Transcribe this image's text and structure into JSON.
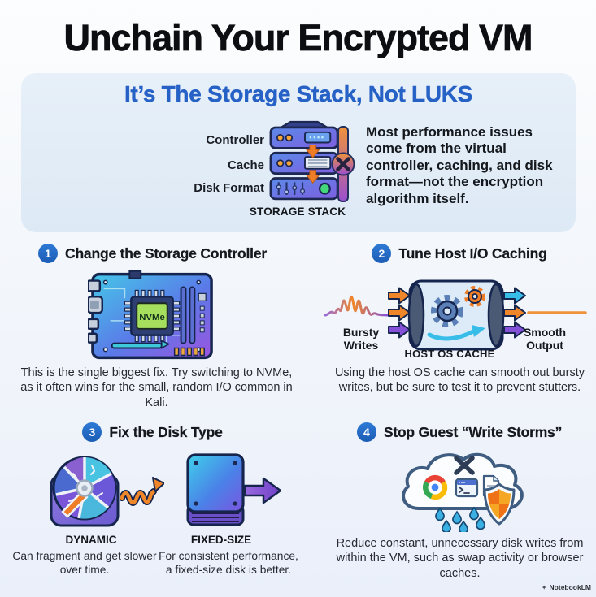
{
  "page": {
    "title": "Unchain Your Encrypted VM",
    "watermark": "NotebookLM"
  },
  "icons": {
    "notebooklm_glyph": "✦"
  },
  "header": {
    "subtitle": "It’s The Storage Stack, Not LUKS",
    "stack_labels": {
      "controller": "Controller",
      "cache": "Cache",
      "disk_format": "Disk Format"
    },
    "stack_caption": "STORAGE STACK",
    "description": "Most performance issues come from the virtual controller, caching, and disk format—not the encryption algorithm itself."
  },
  "sections": [
    {
      "number": "1",
      "heading": "Change the Storage Controller",
      "chip_label": "NVMe",
      "body": "This is the single biggest fix. Try switching to NVMe, as it often wins for the small, random I/O common in Kali."
    },
    {
      "number": "2",
      "heading": "Tune Host I/O Caching",
      "input_label": "Bursty Writes",
      "cache_label": "HOST OS CACHE",
      "output_label": "Smooth Output",
      "body": "Using the host OS cache can smooth out bursty writes, but be sure to test it to prevent stutters."
    },
    {
      "number": "3",
      "heading": "Fix the Disk Type",
      "left_caption": "DYNAMIC",
      "left_body": "Can fragment and get slower over time.",
      "right_caption": "FIXED-SIZE",
      "right_body": "For consistent performance, a fixed-size disk is better."
    },
    {
      "number": "4",
      "heading": "Stop Guest “Write Storms”",
      "body": "Reduce constant, unnecessary disk writes from within the VM, such as swap activity or browser caches."
    }
  ],
  "colors": {
    "accent_blue": "#2661c6",
    "header_bg": "#e2ecf7",
    "badge_blue": "#2068c8",
    "orange": "#f0862a",
    "purple": "#8455d8",
    "cyan": "#38bde8",
    "green": "#44d87c",
    "navy_outline": "#15254d"
  }
}
